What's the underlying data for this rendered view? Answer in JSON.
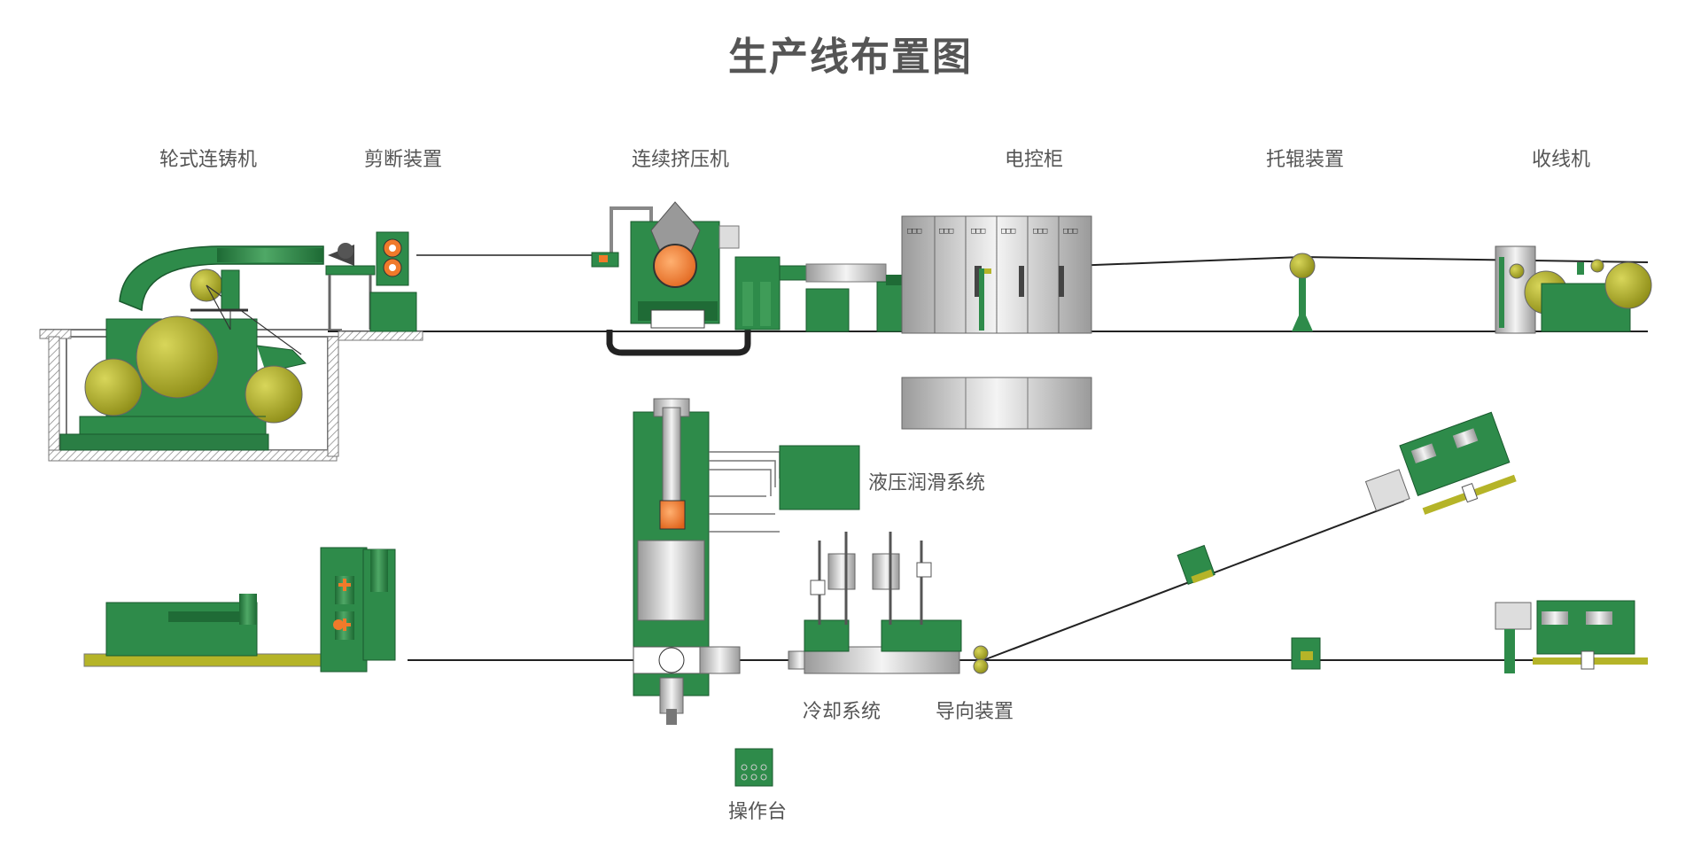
{
  "title": "生产线布置图",
  "labels": {
    "caster": "轮式连铸机",
    "shear": "剪断装置",
    "extruder": "连续挤压机",
    "cabinet": "电控柜",
    "roller": "托辊装置",
    "winder": "收线机",
    "hydraulic": "液压润滑系统",
    "cooling": "冷却系统",
    "guide": "导向装置",
    "console": "操作台"
  },
  "colors": {
    "machine_green": "#2E8B4A",
    "dark_green": "#1F6B36",
    "olive": "#B5B428",
    "orange": "#F07A2A",
    "steel": "#C8C8C8",
    "line": "#222222"
  }
}
